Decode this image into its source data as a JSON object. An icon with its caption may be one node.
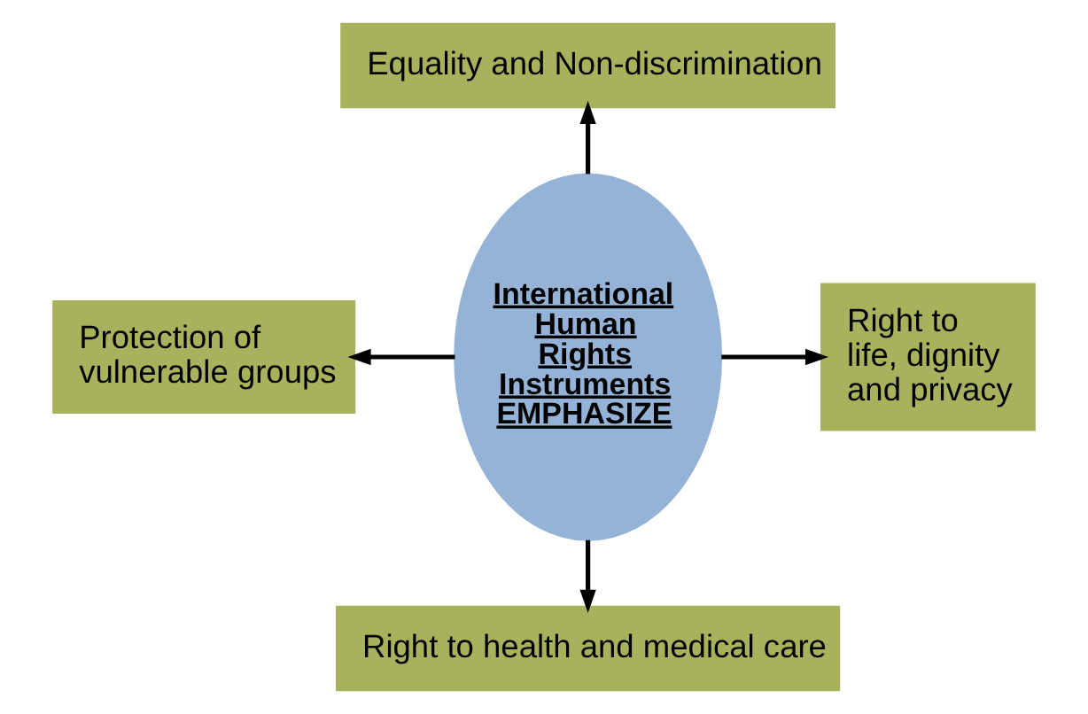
{
  "diagram": {
    "nodes": [
      {
        "text": [
          "International Human Rights Instruments EMPHASIZE"
        ]
      },
      {
        "text": [
          "Equality and Non-discrimination"
        ]
      },
      {
        "text": [
          "Protection of vulnerable groups"
        ]
      },
      {
        "text": [
          "Right to life, dignity and privacy"
        ]
      },
      {
        "text": [
          "Right to health and medical care"
        ]
      }
    ],
    "edges": [
      {
        "from": 0,
        "to": 1,
        "arrow": "to"
      },
      {
        "from": 0,
        "to": 2,
        "arrow": "to"
      },
      {
        "from": 0,
        "to": 3,
        "arrow": "to"
      },
      {
        "from": 0,
        "to": 4,
        "arrow": "to"
      }
    ]
  }
}
